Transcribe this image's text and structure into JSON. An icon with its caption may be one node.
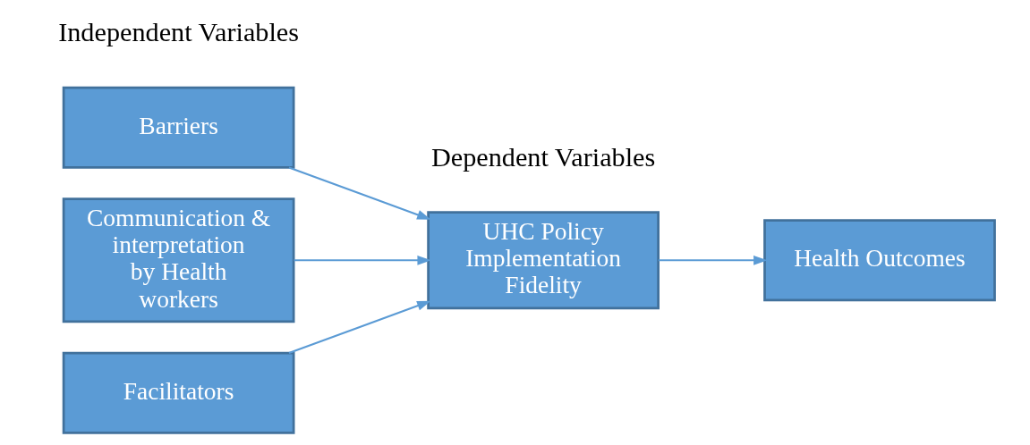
{
  "diagram": {
    "nodes": [
      {
        "text": [
          "Barriers"
        ]
      },
      {
        "text": [
          "Communication & interpretation by Health workers"
        ]
      },
      {
        "text": [
          "Facilitators"
        ]
      },
      {
        "text": [
          "UHC Policy Implementation Fidelity"
        ]
      },
      {
        "text": [
          "Health Outcomes"
        ]
      }
    ],
    "edges": [
      {
        "from": 0,
        "to": 3,
        "arrow": "to"
      },
      {
        "from": 1,
        "to": 3,
        "arrow": "to"
      },
      {
        "from": 2,
        "to": 3,
        "arrow": "to"
      },
      {
        "from": 3,
        "to": 4,
        "arrow": "to"
      }
    ],
    "labels": [
      "Independent Variables",
      "Dependent Variables"
    ]
  }
}
